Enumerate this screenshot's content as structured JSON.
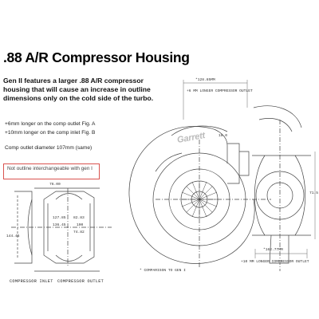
{
  "title": ".88 A/R Compressor Housing",
  "intro": "Gen II features a larger .88 A/R compressor housing that will cause an increase in outline dimensions only on the cold side of the turbo.",
  "bullets": [
    "+6mm longer on the comp outlet Fig. A",
    "+10mm longer on the comp inlet Fig. B",
    "Comp outlet diameter 107mm (same)",
    "Not outline interchangeable with gen I"
  ],
  "drawing": {
    "brand": "Garrett",
    "top_dim": "*128.85MM",
    "top_note": "+6 MM LONGER COMPRESSOR OUTLET",
    "bottom_dim": "*162.77MM",
    "bottom_note": "+10 MM LONGER COMPRESSOR OUTLET",
    "comparison_note": "* COMPARISON TO GEN I",
    "label_inlet": "COMPRESSOR INLET",
    "label_outlet": "COMPRESSOR OUTLET",
    "dim_1": "76.00",
    "dim_2": "127.85",
    "dim_3": "136.45",
    "dim_4": "82.83",
    "dim_5": "100",
    "dim_6": "74.82",
    "dim_7": "144.45",
    "dim_8": "10.0",
    "dim_9": "71.5"
  },
  "colors": {
    "note_box_border": "#d9534f",
    "text": "#111111",
    "line": "#444444"
  }
}
